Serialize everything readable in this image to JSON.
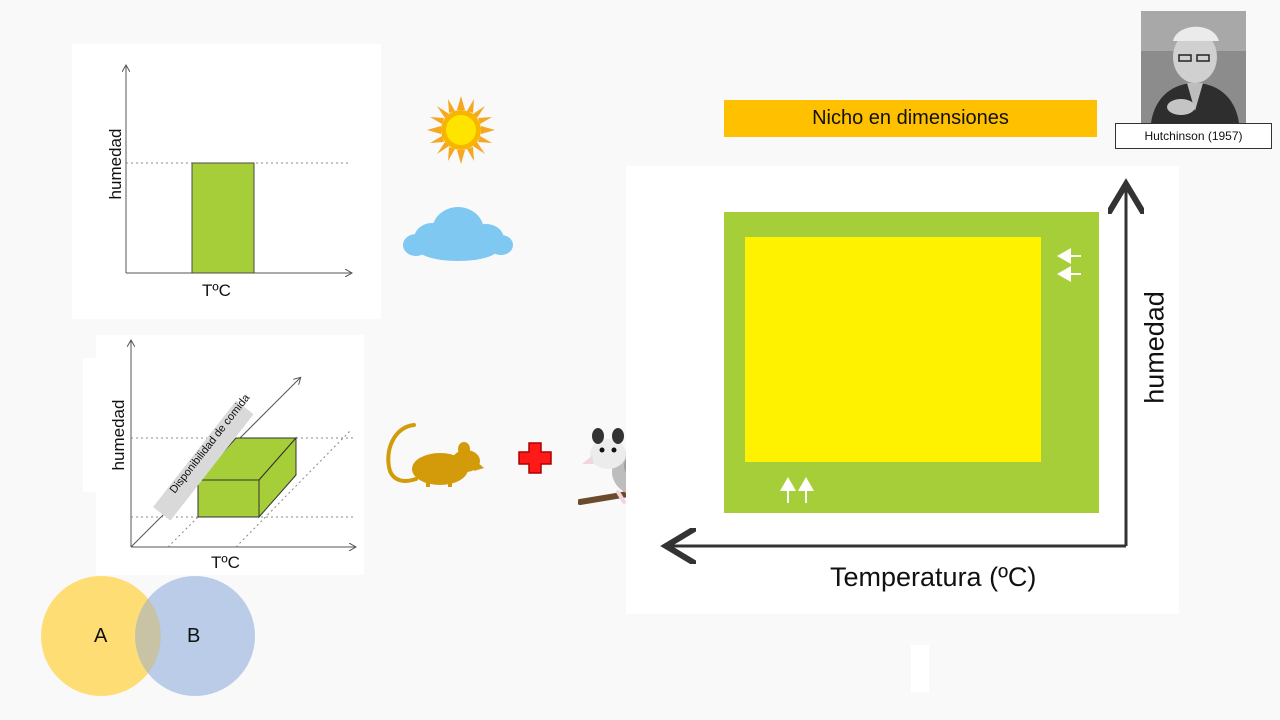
{
  "banner": {
    "title": "Nicho en dimensiones"
  },
  "portrait": {
    "caption": "Hutchinson (1957)"
  },
  "chart_1d": {
    "y_label": "humedad",
    "x_label": "TºC"
  },
  "chart_3d": {
    "y_label": "humedad",
    "x_label": "TºC",
    "z_label": "Disponibilidad  de comida"
  },
  "main_diagram": {
    "x_label": "Temperatura (ºC)",
    "y_label": "humedad"
  },
  "venn": {
    "a_label": "A",
    "b_label": "B"
  },
  "colors": {
    "niche_green": "#a6ce39",
    "niche_yellow": "#fff200",
    "banner": "#ffc000",
    "mouse": "#d39b0a",
    "cross": "#ff0000",
    "cloud": "#7ec8f2",
    "venn_a": "#ffd966",
    "venn_b": "#b4c7e7"
  },
  "icons": [
    "sun-icon",
    "cloud-icon",
    "mouse-icon",
    "plus-icon",
    "opossum-image",
    "portrait-image"
  ]
}
